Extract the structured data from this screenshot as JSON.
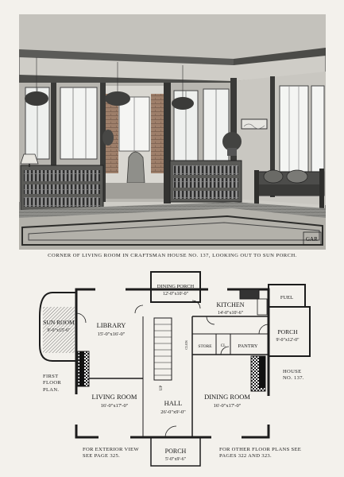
{
  "caption": "CORNER OF LIVING ROOM IN CRAFTSMAN HOUSE NO. 137, LOOKING OUT TO SUN PORCH.",
  "signature": "GAR",
  "plan": {
    "rooms": {
      "dining_porch": {
        "name": "DINING PORCH",
        "dims": "12'-0\"x10'-0\""
      },
      "kitchen": {
        "name": "KITCHEN",
        "dims": "14'-0\"x10'-6\""
      },
      "fuel": {
        "name": "FUEL"
      },
      "sun_room": {
        "name": "SUN ROOM",
        "dims": "9'-0\"x15'-6\""
      },
      "library": {
        "name": "LIBRARY",
        "dims": "15'-0\"x16'-0\""
      },
      "porch_right": {
        "name": "PORCH",
        "dims": "9'-0\"x12'-0\""
      },
      "stores": {
        "name": "STORE"
      },
      "pantry": {
        "name": "PANTRY"
      },
      "clos": {
        "name": "CLOS"
      },
      "cl": {
        "name": "CL"
      },
      "living_room": {
        "name": "LIVING ROOM",
        "dims": "16'-0\"x17'-0\""
      },
      "hall": {
        "name": "HALL",
        "dims": "26'-0\"x9'-0\""
      },
      "dining_room": {
        "name": "DINING ROOM",
        "dims": "16'-0\"x17'-0\""
      },
      "porch_front": {
        "name": "PORCH",
        "dims": "5'-0\"x9'-6\""
      },
      "up": "UP"
    },
    "first_floor_note": "FIRST FLOOR PLAN.",
    "house_note": "HOUSE NO. 137.",
    "exterior_note": "FOR EXTERIOR VIEW SEE PAGE 325.",
    "other_plans_note": "FOR OTHER FLOOR PLANS SEE PAGES 322 AND 323."
  }
}
